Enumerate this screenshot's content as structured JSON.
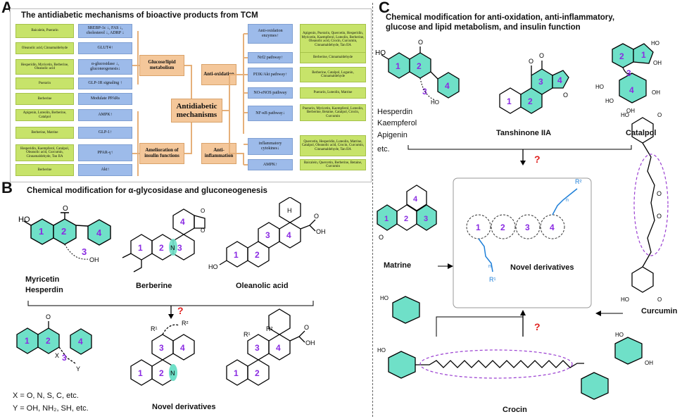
{
  "panelA": {
    "letter": "A",
    "title": "The antidiabetic mechanisms of bioactive products from TCM",
    "center": "Antidiabetic mechanisms",
    "hub_glucose": "Glucose/lipid metabolism",
    "hub_insulin": "Amelioration of insulin functions",
    "hub_antiox": "Anti-oxidation",
    "hub_antiinf": "Anti-inflammation",
    "left_rows": [
      {
        "compounds": "Baicalein, Puerarin",
        "mech": "SREBP-1c ↓, FAS ↓, cholesterol ↓, ADRP ↓"
      },
      {
        "compounds": "Oleanolic acid, Cinnamaldehyde",
        "mech": "GLUT4↑"
      },
      {
        "compounds": "Hesperidin, Myricetin, Berberine, Oleanolic acid",
        "mech": "α-glucosidase ↓, gluconeogenesis↓"
      },
      {
        "compounds": "Puerarin",
        "mech": "GLP-1R signaling ↑"
      },
      {
        "compounds": "Berberine",
        "mech": "Modulate PPARs"
      },
      {
        "compounds": "Apigenin, Luteolin, Berberine, Catalpol",
        "mech": "AMPK↑"
      },
      {
        "compounds": "Berberine, Matrine",
        "mech": "GLP-1↑"
      },
      {
        "compounds": "Hesperidin, Kaempferol, Catalpol, Oleanolic acid, Curcumin, Cinnamaldehyde, Tan IIA",
        "mech": "PPAR-γ↑"
      },
      {
        "compounds": "Berberine",
        "mech": "Akt↑"
      }
    ],
    "right_rows": [
      {
        "mech": "Anti-oxidation enzymes↑",
        "compounds": "Apigenin, Puerarin, Quercetin, Hesperidin, Myricetin, Kaempferol, Luteolin, Berberine, Oleanolic acid, Crocin, Curcumin, Cinnamaldehyde, Tan IIA"
      },
      {
        "mech": "Nrf2 pathway↑",
        "compounds": "Berberine, Cinnamaldehyde"
      },
      {
        "mech": "PI3K/Akt pathway↑",
        "compounds": "Berberine, Catalpol, Loganin, Cinnamaldehyde"
      },
      {
        "mech": "NO-eNOS pathway",
        "compounds": "Puerarin, Luteolin, Matrine"
      },
      {
        "mech": "NF-κB pathway↓",
        "compounds": "Puerarin, Myricetin, Kaempferol, Luteolin, Berberine, Betaine, Catalpol, Crocin, Curcumin"
      },
      {
        "mech": "inflammatory cytokines↓",
        "compounds": "Quercetin, Hesperidin, Luteolin, Matrine, Catalpol, Oleanolic acid, Crocin, Curcumin, Cinnamaldehyde, Tan IIA"
      },
      {
        "mech": "AMPK↑",
        "compounds": "Baicalein, Quercetin, Berberine, Betaine, Curcumin"
      }
    ]
  },
  "panelB": {
    "letter": "B",
    "title": "Chemical modification for α-glycosidase and gluconeogenesis",
    "names": {
      "myricetin": "Myricetin",
      "hesperdin": "Hesperdin",
      "berberine": "Berberine",
      "oleanolic": "Oleanolic acid",
      "novel": "Novel derivatives"
    },
    "x_note": "X = O, N, S, C, etc.",
    "y_note": "Y = OH, NH₂, SH, etc.",
    "question": "?"
  },
  "panelC": {
    "letter": "C",
    "title_line1": "Chemical modification for anti-oxidation, anti-inflammatory,",
    "title_line2": "glucose and lipid metabolism, and insulin function",
    "names": {
      "hesperdin": "Hesperdin",
      "kaempferol": "Kaempferol",
      "apigenin": "Apigenin",
      "etc": "etc.",
      "tanshinone": "Tanshinone IIA",
      "catalpol": "Catalpol",
      "matrine": "Matrine",
      "curcumin": "Curcumin",
      "crocin": "Crocin",
      "novel": "Novel derivatives"
    },
    "question": "?"
  },
  "colors": {
    "green": "#c7e36a",
    "blue": "#9dbbea",
    "orange": "#f4c79a",
    "ring_fill": "#6fe0c8",
    "ring_num": "#8a2be2",
    "arrow_q": "#e0201e",
    "chain_blue": "#1e7fd8",
    "dashed_purple": "#9a3fd1"
  }
}
